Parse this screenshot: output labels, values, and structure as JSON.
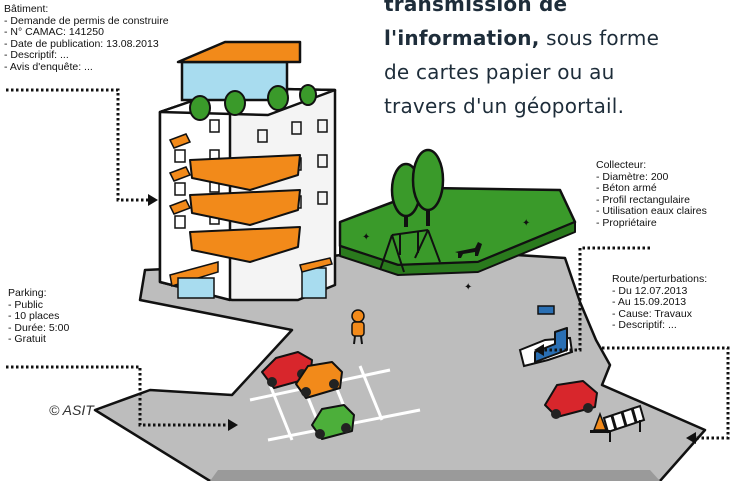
{
  "intro": {
    "line1_bold": "transmission de",
    "line2_bold": "l'information,",
    "line2_rest": " sous forme",
    "line3": "de cartes papier ou au",
    "line4": "travers d'un géoportail."
  },
  "labels": {
    "batiment": {
      "title": "Bâtiment:",
      "lines": [
        "- Demande de permis de construire",
        "- N° CAMAC: 141250",
        "- Date de publication: 13.08.2013",
        "- Descriptif: ...",
        "- Avis d'enquête: ..."
      ]
    },
    "collecteur": {
      "title": "Collecteur:",
      "lines": [
        "- Diamètre: 200",
        "- Béton armé",
        "- Profil rectangulaire",
        "- Utilisation eaux claires",
        "- Propriétaire"
      ]
    },
    "route": {
      "title": "Route/perturbations:",
      "lines": [
        "- Du 12.07.2013",
        "- Au 15.09.2013",
        "- Cause: Travaux",
        "- Descriptif: ..."
      ]
    },
    "parking": {
      "title": "Parking:",
      "lines": [
        "- Public",
        "- 10 places",
        "- Durée: 5:00",
        "- Gratuit"
      ]
    }
  },
  "credit": "© ASIT",
  "colors": {
    "orange": "#f28a1a",
    "green": "#3a9a2a",
    "ground": "#bdbdbd",
    "car_red": "#d8262c",
    "car_green": "#4caf3a",
    "pipe_blue": "#2a6fb3"
  }
}
